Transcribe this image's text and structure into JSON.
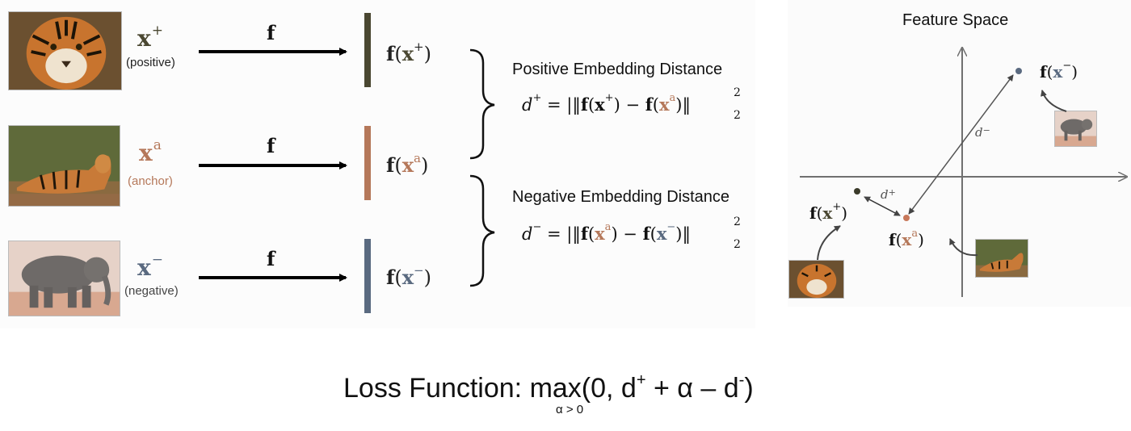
{
  "colors": {
    "positive": "#4a4731",
    "anchor": "#b5785a",
    "negative": "#5a6a80",
    "arrow": "#000000",
    "axis": "#707070"
  },
  "inputs": [
    {
      "symbol": "x",
      "sup": "+",
      "caption": "(positive)",
      "image": "tiger-face-photo"
    },
    {
      "symbol": "x",
      "sup": "a",
      "caption": "(anchor)",
      "image": "tiger-lying-photo"
    },
    {
      "symbol": "x",
      "sup": "−",
      "caption": "(negative)",
      "image": "elephant-photo"
    }
  ],
  "mapping_label": "f",
  "embeddings": [
    {
      "f": "f",
      "x": "x",
      "sup": "+"
    },
    {
      "f": "f",
      "x": "x",
      "sup": "a"
    },
    {
      "f": "f",
      "x": "x",
      "sup": "−"
    }
  ],
  "positive_distance": {
    "title": "Positive Embedding Distance",
    "lhs": "d",
    "lhs_sup": "+",
    "a_sup": "+",
    "b_sup": "a",
    "power": "2",
    "sub": "2"
  },
  "negative_distance": {
    "title": "Negative Embedding Distance",
    "lhs": "d",
    "lhs_sup": "−",
    "a_sup": "a",
    "b_sup": "−",
    "power": "2",
    "sub": "2"
  },
  "feature_space": {
    "title": "Feature Space",
    "d_plus_label": "d",
    "d_plus_sup": "+",
    "d_minus_label": "d",
    "d_minus_sup": "−",
    "points": [
      {
        "f": "f",
        "x": "x",
        "sup": "−"
      },
      {
        "f": "f",
        "x": "x",
        "sup": "+"
      },
      {
        "f": "f",
        "x": "x",
        "sup": "a"
      }
    ]
  },
  "loss": {
    "prefix": "Loss Function: ",
    "max": "max",
    "body": "(0, d",
    "sup1": "+",
    "mid": " + α – d",
    "sup2": "-",
    "close": ")",
    "subscript": "α > 0"
  }
}
